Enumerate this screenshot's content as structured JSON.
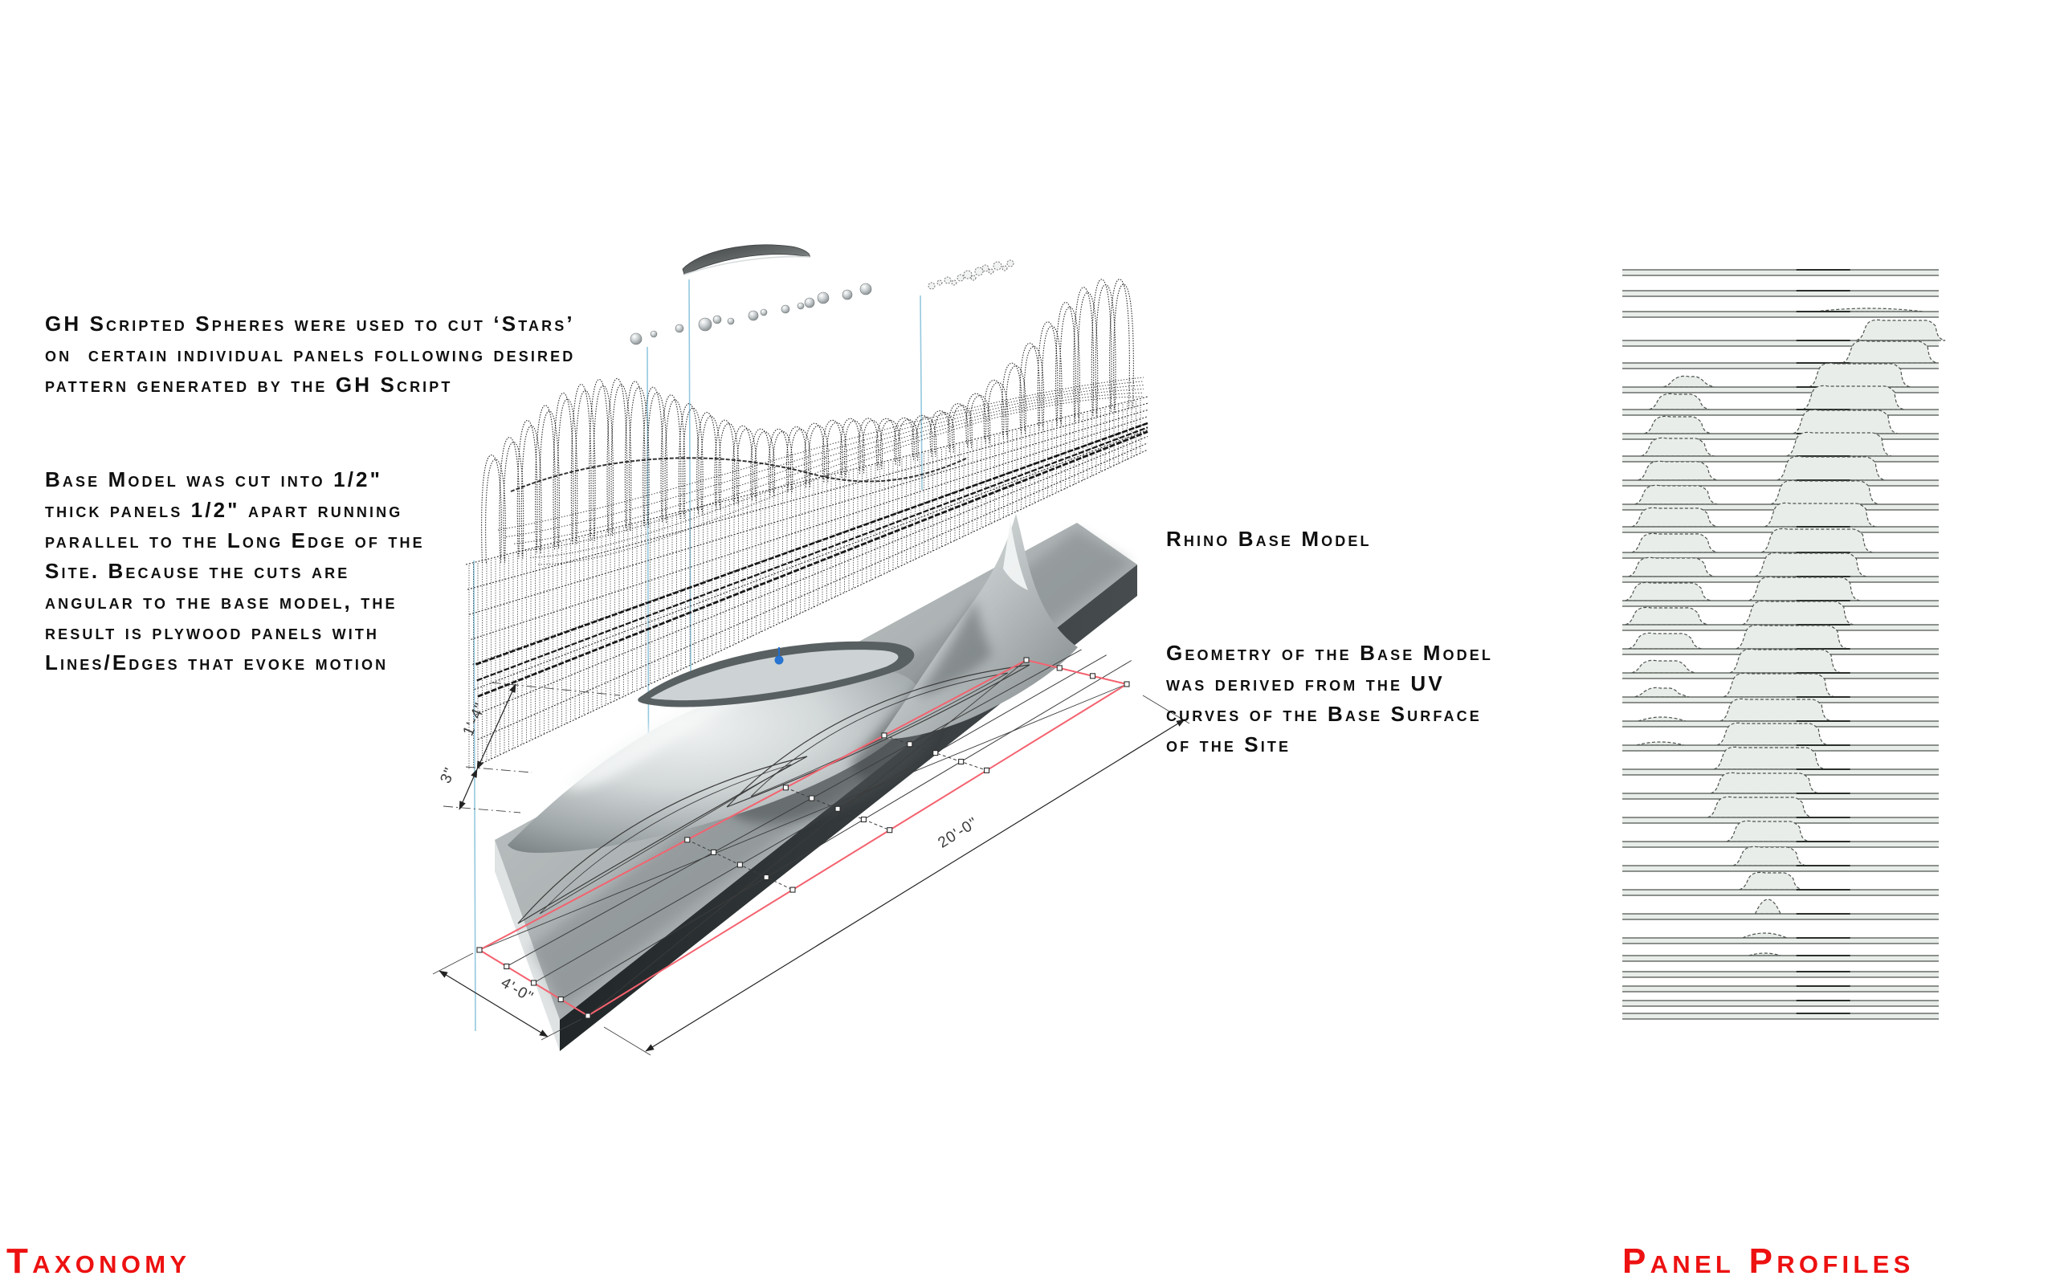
{
  "annotations": {
    "gh_spheres": {
      "lines": [
        "GH Scripted Spheres were used to cut ‘Stars’",
        "on  certain individual panels following desired",
        "pattern generated by the GH Script"
      ]
    },
    "base_model_cut": {
      "lines": [
        "Base Model was cut into 1/2\"",
        "thick panels 1/2\" apart running",
        "parallel to the Long Edge of the",
        "Site. Because the cuts are",
        "angular to the base model, the",
        "result is plywood panels with",
        "Lines/Edges that evoke motion"
      ]
    },
    "rhino_label": "Rhino Base Model",
    "geometry_uv": {
      "lines": [
        "Geometry of the Base Model",
        "was derived from the UV",
        "curves of the Base Surface",
        "of the Site"
      ]
    }
  },
  "footer": {
    "left_title": "Taxonomy",
    "right_title": "Panel Profiles"
  },
  "dimensions": {
    "plan_length": "20'-0\"",
    "plan_width": "4'-0\"",
    "slab_height": "3\"",
    "model_height": "1'-4\""
  },
  "colors": {
    "title_red": "#ed1111",
    "plan_red": "#f4626f",
    "guide_cyan": "#8fc6dd",
    "profile_fill": "#e9ede9",
    "profile_stroke": "#4d534e",
    "ink": "#1a1a1a"
  },
  "panel_profiles": {
    "count": 34
  }
}
